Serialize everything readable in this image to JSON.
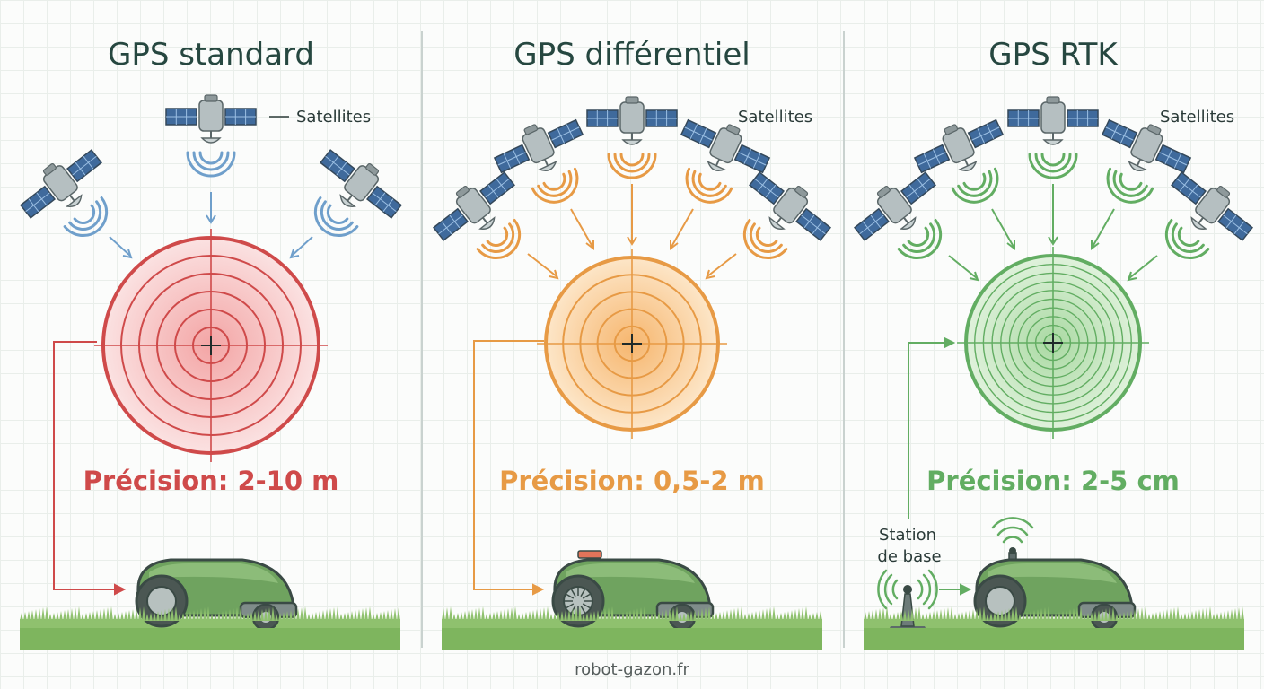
{
  "footer": "robot-gazon.fr",
  "colors": {
    "title": "#264740",
    "satellite_body": "#a9b4b6",
    "satellite_panel": "#3f6a9c",
    "mower_body": "#6fa35f",
    "mower_dark": "#3a4a45",
    "grass": "#8fc16e",
    "divider": "#c9d2cf"
  },
  "panels": [
    {
      "id": "standard",
      "title": "GPS standard",
      "satellites_label": "Satellites",
      "precision": "Précision: 2-10 m",
      "accent": "#cf4a4a",
      "accent_light": "#f5b8b8",
      "signal": "#6f9fcb",
      "satellite_count": 3,
      "target_rings": 5,
      "has_base_station": false,
      "has_antenna": false
    },
    {
      "id": "differentiel",
      "title": "GPS différentiel",
      "satellites_label": "Satellites",
      "precision": "Précision: 0,5-2 m",
      "accent": "#e79a45",
      "accent_light": "#fbd7a8",
      "signal": "#e79a45",
      "satellite_count": 5,
      "target_rings": 4,
      "has_base_station": false,
      "has_antenna": false
    },
    {
      "id": "rtk",
      "title": "GPS RTK",
      "satellites_label": "Satellites",
      "precision": "Précision: 2-5 cm",
      "accent": "#62ad62",
      "accent_light": "#bfe2b8",
      "signal": "#62ad62",
      "satellite_count": 5,
      "target_rings": 9,
      "has_base_station": true,
      "base_station_label": [
        "Station",
        "de base"
      ],
      "has_antenna": true
    }
  ]
}
